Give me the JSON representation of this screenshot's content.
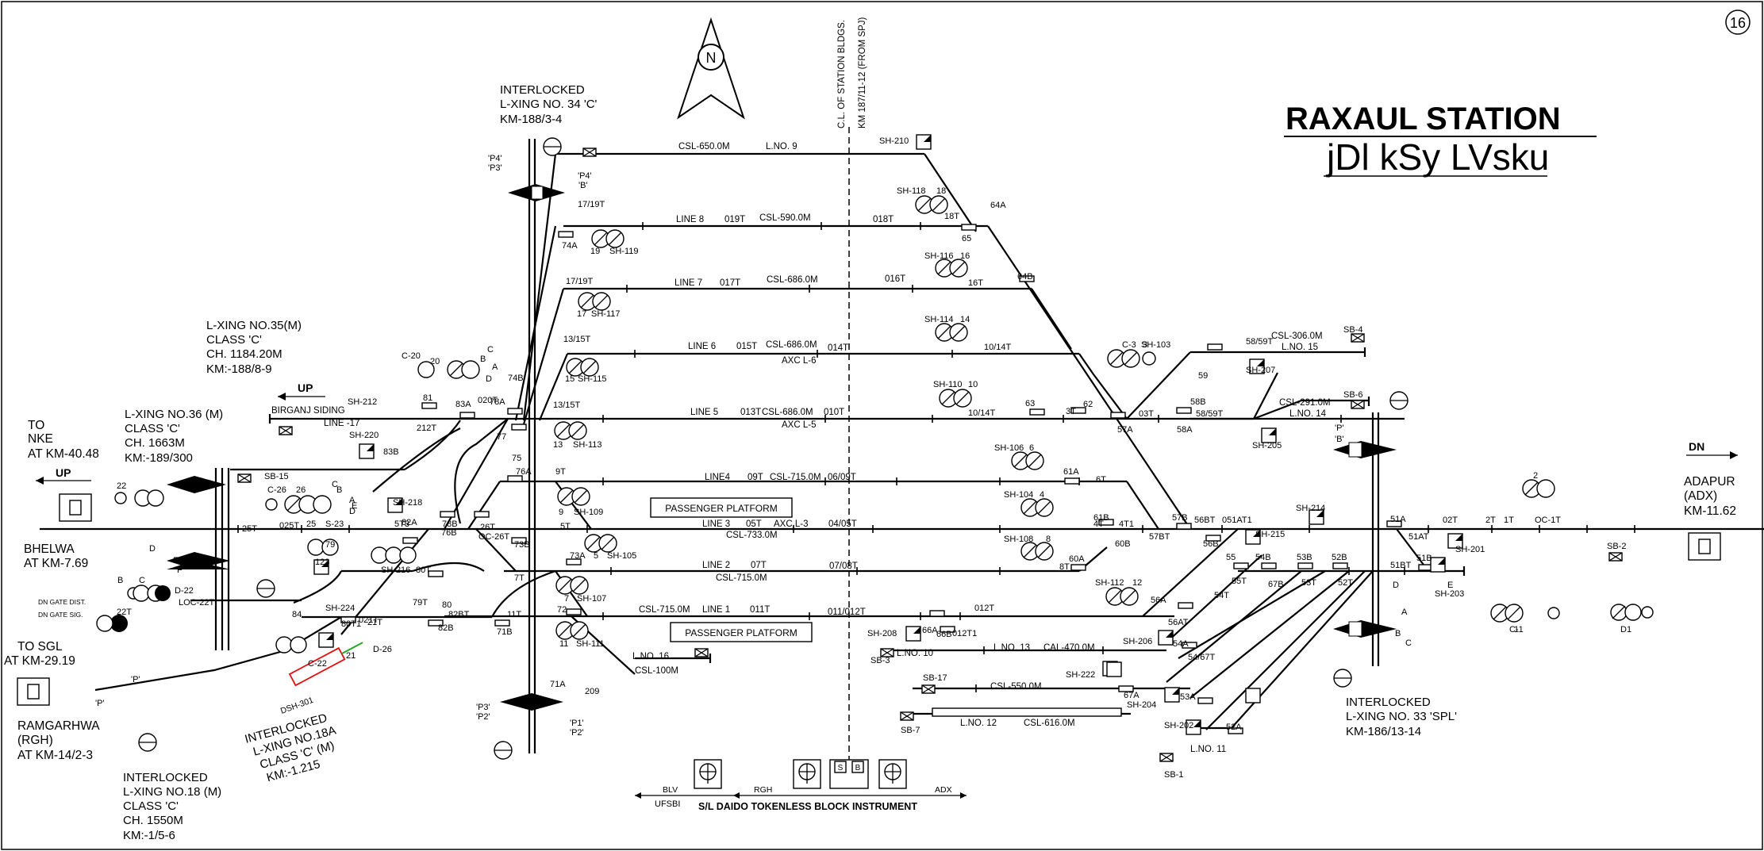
{
  "sheet_no": "16",
  "title": {
    "english": "RAXAUL STATION",
    "hindi_glyphs": "jDl kSy LVsku"
  },
  "north_label": "N",
  "center_line": "C.L. OF STATION BLDGS.",
  "center_line_km": "KM 187/11-12 (FROM SPJ)",
  "directions": {
    "up": "UP",
    "dn": "DN"
  },
  "stations": {
    "nke": [
      "TO",
      "NKE",
      "AT KM-40.48"
    ],
    "bhelwa": [
      "BHELWA",
      "AT KM-7.69"
    ],
    "sgl": [
      "TO SGL",
      "AT KM-29.19"
    ],
    "ramgarhwa": [
      "RAMGARHWA",
      "(RGH)",
      "AT KM-14/2-3"
    ],
    "adapur": [
      "ADAPUR",
      "(ADX)",
      "KM-11.62"
    ]
  },
  "level_crossings": {
    "lx34": [
      "INTERLOCKED",
      "L-XING NO. 34 'C'",
      "KM-188/3-4"
    ],
    "lx35": [
      "L-XING NO.35(M)",
      "CLASS 'C'",
      "CH. 1184.20M",
      "KM:-188/8-9"
    ],
    "lx36": [
      "L-XING NO.36 (M)",
      "CLASS 'C'",
      "CH. 1663M",
      "KM:-189/300"
    ],
    "lx18": [
      "INTERLOCKED",
      "L-XING NO.18 (M)",
      "CLASS 'C'",
      "CH. 1550M",
      "KM:-1/5-6"
    ],
    "lx18a": [
      "INTERLOCKED",
      "L-XING NO.18A",
      "CLASS 'C' (M)",
      "KM:-1.215"
    ],
    "lx33": [
      "INTERLOCKED",
      "L-XING NO. 33 'SPL'",
      "KM-186/13-14"
    ]
  },
  "lines": [
    {
      "name": "L.NO. 9",
      "csl": "CSL-650.0M"
    },
    {
      "name": "LINE 8",
      "circuit": "019T",
      "csl": "CSL-590.0M",
      "circuit2": "018T"
    },
    {
      "name": "LINE 7",
      "circuit": "017T",
      "csl": "CSL-686.0M",
      "circuit2": "016T"
    },
    {
      "name": "LINE 6",
      "circuit": "015T",
      "csl": "CSL-686.0M",
      "circuit2": "014T",
      "axc": "AXC L-6"
    },
    {
      "name": "LINE 5",
      "circuit": "013T",
      "csl": "CSL-686.0M",
      "circuit2": "010T",
      "axc": "AXC L-5"
    },
    {
      "name": "LINE4",
      "circuit": "09T",
      "csl": "CSL-715.0M",
      "circuit2": "06/09T"
    },
    {
      "name": "LINE 3",
      "circuit": "05T",
      "csl": "CSL-733.0M",
      "axc": "AXC L-3",
      "circuit2": "04/05T"
    },
    {
      "name": "LINE 2",
      "circuit": "07T",
      "csl": "CSL-715.0M",
      "circuit2": "07/08T"
    },
    {
      "name": "LINE 1",
      "circuit": "011T",
      "csl": "CSL-715.0M",
      "circuit2": "011/012T"
    },
    {
      "name": "L.NO. 16",
      "csl": "CSL-100M"
    },
    {
      "name": "L.NO. 13",
      "csl": "CAL-470.0M"
    },
    {
      "name": "L.NO. 12",
      "csl": "CSL-616.0M"
    },
    {
      "name": "L.NO. 15",
      "csl": "CSL-306.0M"
    },
    {
      "name": "L.NO. 14",
      "csl": "CSL-291.0M"
    },
    {
      "name": "L.NO. 10"
    },
    {
      "name": "L.NO. 11"
    }
  ],
  "extra": {
    "birganj": "BIRGANJ SIDING",
    "line17": "LINE -17",
    "csl550": "CSL-550.0M",
    "platform": "PASSENGER PLATFORM",
    "block": "S/L DAIDO TOKENLESS BLOCK INSTRUMENT",
    "blv": "BLV",
    "ufsbi": "UFSBI",
    "rgh": "RGH",
    "adx": "ADX",
    "dn_gate_dist": "DN GATE DIST.",
    "dn_gate_sig": "DN GATE SIG.",
    "dsh301": "DSH-301"
  },
  "labels": [
    {
      "t": "SH-210"
    },
    {
      "t": "SH-118"
    },
    {
      "t": "18"
    },
    {
      "t": "18T"
    },
    {
      "t": "64A"
    },
    {
      "t": "65"
    },
    {
      "t": "SH-116"
    },
    {
      "t": "16"
    },
    {
      "t": "16T"
    },
    {
      "t": "64B"
    },
    {
      "t": "SH-114"
    },
    {
      "t": "14"
    },
    {
      "t": "10/14T"
    },
    {
      "t": "SH-110"
    },
    {
      "t": "10"
    },
    {
      "t": "10/14T"
    },
    {
      "t": "63"
    },
    {
      "t": "3T"
    },
    {
      "t": "62"
    },
    {
      "t": "SH-106"
    },
    {
      "t": "6"
    },
    {
      "t": "61A"
    },
    {
      "t": "6T"
    },
    {
      "t": "SH-104"
    },
    {
      "t": "4"
    },
    {
      "t": "61B"
    },
    {
      "t": "4T"
    },
    {
      "t": "4T1"
    },
    {
      "t": "60B"
    },
    {
      "t": "SH-108"
    },
    {
      "t": "8"
    },
    {
      "t": "60A"
    },
    {
      "t": "8T"
    },
    {
      "t": "SH-112"
    },
    {
      "t": "12"
    },
    {
      "t": "56A"
    },
    {
      "t": "56AT"
    },
    {
      "t": "57A"
    },
    {
      "t": "03T"
    },
    {
      "t": "58A"
    },
    {
      "t": "58/59T"
    },
    {
      "t": "59"
    },
    {
      "t": "58B"
    },
    {
      "t": "SH-207"
    },
    {
      "t": "SH-205"
    },
    {
      "t": "58/59T"
    },
    {
      "t": "57B"
    },
    {
      "t": "57BT"
    },
    {
      "t": "56BT"
    },
    {
      "t": "56B"
    },
    {
      "t": "051AT1"
    },
    {
      "t": "SH-215"
    },
    {
      "t": "55"
    },
    {
      "t": "54B"
    },
    {
      "t": "53B"
    },
    {
      "t": "52B"
    },
    {
      "t": "55T"
    },
    {
      "t": "54T"
    },
    {
      "t": "67B"
    },
    {
      "t": "53T"
    },
    {
      "t": "52T"
    },
    {
      "t": "SH-214"
    },
    {
      "t": "51A"
    },
    {
      "t": "51AT"
    },
    {
      "t": "02T"
    },
    {
      "t": "2T"
    },
    {
      "t": "1T"
    },
    {
      "t": "OC-1T"
    },
    {
      "t": "51BT"
    },
    {
      "t": "51B"
    },
    {
      "t": "SH-201"
    },
    {
      "t": "SH-203"
    },
    {
      "t": "SB-2"
    },
    {
      "t": "2"
    },
    {
      "t": "SB-4"
    },
    {
      "t": "SB-6"
    },
    {
      "t": "'P'"
    },
    {
      "t": "'B'"
    },
    {
      "t": "C-3"
    },
    {
      "t": "SH-103"
    },
    {
      "t": "3"
    },
    {
      "t": "C-1"
    },
    {
      "t": "1"
    },
    {
      "t": "D1"
    },
    {
      "t": "A"
    },
    {
      "t": "B"
    },
    {
      "t": "C"
    },
    {
      "t": "D"
    },
    {
      "t": "E"
    },
    {
      "t": "SH-206"
    },
    {
      "t": "54A"
    },
    {
      "t": "54/67T"
    },
    {
      "t": "SH-222"
    },
    {
      "t": "67A"
    },
    {
      "t": "SH-204"
    },
    {
      "t": "53A"
    },
    {
      "t": "SH-202"
    },
    {
      "t": "52A"
    },
    {
      "t": "SB-1"
    },
    {
      "t": "SB-17"
    },
    {
      "t": "SB-7"
    },
    {
      "t": "SB-3"
    },
    {
      "t": "SH-208"
    },
    {
      "t": "66A"
    },
    {
      "t": "66B"
    },
    {
      "t": "012T1"
    },
    {
      "t": "012T"
    },
    {
      "t": "74A"
    },
    {
      "t": "19"
    },
    {
      "t": "SH-119"
    },
    {
      "t": "17/19T"
    },
    {
      "t": "17/19T"
    },
    {
      "t": "17"
    },
    {
      "t": "SH-117"
    },
    {
      "t": "13/15T"
    },
    {
      "t": "15"
    },
    {
      "t": "SH-115"
    },
    {
      "t": "13/15T"
    },
    {
      "t": "13"
    },
    {
      "t": "SH-113"
    },
    {
      "t": "74B"
    },
    {
      "t": "77"
    },
    {
      "t": "78A"
    },
    {
      "t": "75"
    },
    {
      "t": "76A"
    },
    {
      "t": "9T"
    },
    {
      "t": "9"
    },
    {
      "t": "SH-109"
    },
    {
      "t": "5T"
    },
    {
      "t": "73A"
    },
    {
      "t": "5"
    },
    {
      "t": "SH-105"
    },
    {
      "t": "73B"
    },
    {
      "t": "7T"
    },
    {
      "t": "7"
    },
    {
      "t": "SH-107"
    },
    {
      "t": "72"
    },
    {
      "t": "11"
    },
    {
      "t": "SH-111"
    },
    {
      "t": "11T"
    },
    {
      "t": "71B"
    },
    {
      "t": "71A"
    },
    {
      "t": "209"
    },
    {
      "t": "'P4'"
    },
    {
      "t": "'P3'"
    },
    {
      "t": "'P4'"
    },
    {
      "t": "'B'"
    },
    {
      "t": "'P3'"
    },
    {
      "t": "'P2'"
    },
    {
      "t": "'P1'"
    },
    {
      "t": "'P2'"
    },
    {
      "t": "SH-212"
    },
    {
      "t": "81"
    },
    {
      "t": "83A"
    },
    {
      "t": "020T"
    },
    {
      "t": "212T"
    },
    {
      "t": "SH-220"
    },
    {
      "t": "83B"
    },
    {
      "t": "C-20"
    },
    {
      "t": "20"
    },
    {
      "t": "C"
    },
    {
      "t": "B"
    },
    {
      "t": "A"
    },
    {
      "t": "D"
    },
    {
      "t": "SB-15"
    },
    {
      "t": "C-26"
    },
    {
      "t": "26"
    },
    {
      "t": "C"
    },
    {
      "t": "B"
    },
    {
      "t": "A"
    },
    {
      "t": "D"
    },
    {
      "t": "E"
    },
    {
      "t": "SH-218"
    },
    {
      "t": "5T3"
    },
    {
      "t": "82A"
    },
    {
      "t": "78B"
    },
    {
      "t": "76B"
    },
    {
      "t": "OC-26T"
    },
    {
      "t": "26T"
    },
    {
      "t": "25T"
    },
    {
      "t": "025T"
    },
    {
      "t": "25"
    },
    {
      "t": "S-23"
    },
    {
      "t": "123"
    },
    {
      "t": "SH-216"
    },
    {
      "t": "80T"
    },
    {
      "t": "79"
    },
    {
      "t": "79T"
    },
    {
      "t": "80"
    },
    {
      "t": "82BT"
    },
    {
      "t": "82B"
    },
    {
      "t": "021T"
    },
    {
      "t": "21T"
    },
    {
      "t": "SH-224"
    },
    {
      "t": "84"
    },
    {
      "t": "80T1"
    },
    {
      "t": "21"
    },
    {
      "t": "D-26"
    },
    {
      "t": "C-22"
    },
    {
      "t": "22"
    },
    {
      "t": "B"
    },
    {
      "t": "C"
    },
    {
      "t": "D"
    },
    {
      "t": "E"
    },
    {
      "t": "F"
    },
    {
      "t": "D-22"
    },
    {
      "t": "LOC-22T"
    },
    {
      "t": "22T"
    },
    {
      "t": "'P'"
    },
    {
      "t": "'P'"
    }
  ]
}
